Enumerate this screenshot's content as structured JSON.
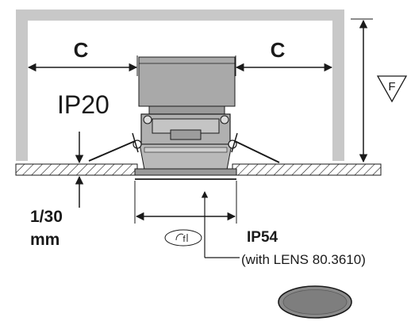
{
  "labels": {
    "clearance_left": "C",
    "clearance_right": "C",
    "protection_top": "IP20",
    "thickness": "1/30",
    "thickness_unit": "mm",
    "protection_front": "IP54",
    "lens_note": "(with LENS 80.3610)",
    "height_symbol": "F"
  },
  "colors": {
    "enclosure": "#c8c8c8",
    "fixture_body": "#b9b9b9",
    "fixture_cap": "#a9a9a9",
    "lens_fill": "#8a8a8a",
    "ink": "#1a1a1a"
  },
  "icons": {
    "rotation_symbol": "rotation-f-icon",
    "height_symbol": "down-triangle-f-icon"
  }
}
